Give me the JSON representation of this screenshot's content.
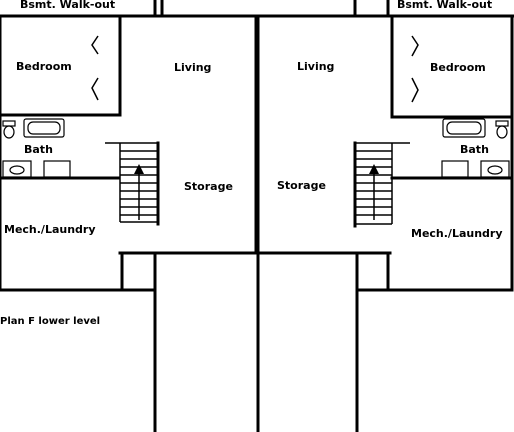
{
  "labels": {
    "left_walkout": "Bsmt. Walk-out",
    "right_walkout": "Bsmt. Walk-out",
    "left_bedroom": "Bedroom",
    "right_bedroom": "Bedroom",
    "left_living": "Living",
    "right_living": "Living",
    "left_bath": "Bath",
    "right_bath": "Bath",
    "left_storage": "Storage",
    "right_storage": "Storage",
    "left_mech": "Mech./Laundry",
    "right_mech": "Mech./Laundry",
    "plan_caption": "Plan F lower level"
  }
}
